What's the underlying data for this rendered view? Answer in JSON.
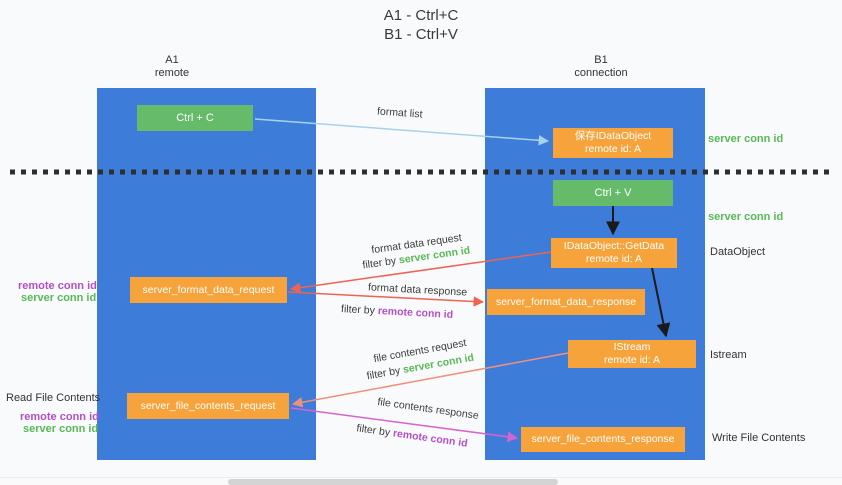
{
  "title": {
    "line1": "A1 - Ctrl+C",
    "line2": "B1 - Ctrl+V"
  },
  "lanes": {
    "left": {
      "name": "A1",
      "role": "remote"
    },
    "right": {
      "name": "B1",
      "role": "connection"
    }
  },
  "nodes": {
    "ctrl_c": {
      "label": "Ctrl + C"
    },
    "ctrl_v": {
      "label": "Ctrl + V"
    },
    "save_dataobject": {
      "line1": "保存IDataObject",
      "line2": "remote id: A"
    },
    "getdata": {
      "line1": "IDataObject::GetData",
      "line2": "remote id: A"
    },
    "istream": {
      "line1": "IStream",
      "line2": "remote id: A"
    },
    "format_request": {
      "label": "server_format_data_request"
    },
    "format_response": {
      "label": "server_format_data_response"
    },
    "file_request": {
      "label": "server_file_contents_request"
    },
    "file_response": {
      "label": "server_file_contents_response"
    }
  },
  "arrows": {
    "format_list": {
      "label": "format list"
    },
    "format_data_request": {
      "label": "format data request",
      "filter_prefix": "filter by",
      "filter_key": "server conn id"
    },
    "format_data_response": {
      "label": "format data response",
      "filter_prefix": "filter by",
      "filter_key": "remote conn id"
    },
    "file_contents_request": {
      "label": "file contents request",
      "filter_prefix": "filter by",
      "filter_key": "server conn id"
    },
    "file_contents_response": {
      "label": "file contents response",
      "filter_prefix": "filter by",
      "filter_key": "remote conn id"
    }
  },
  "side_labels": {
    "server_conn_id_top": "server conn id",
    "server_conn_id_mid": "server conn id",
    "dataobject": "DataObject",
    "istream": "Istream",
    "write_file_contents": "Write File Contents",
    "read_file_contents": "Read File Contents",
    "format_remote_conn_id": "remote conn id",
    "format_server_conn_id": "server conn id",
    "file_remote_conn_id": "remote conn id",
    "file_server_conn_id": "server conn id"
  },
  "colors": {
    "lane_blue": "#3e7cda",
    "box_green": "#66bb6a",
    "box_orange": "#f6a33c",
    "arrow_lightblue": "#a5d3e8",
    "arrow_red": "#ee6352",
    "arrow_salmon": "#f0907a",
    "arrow_magenta": "#d863cf",
    "arrow_black": "#1a1a1a",
    "separator_black": "#2e2e2e",
    "text_green": "#58b957",
    "text_purple": "#b44fc8"
  }
}
